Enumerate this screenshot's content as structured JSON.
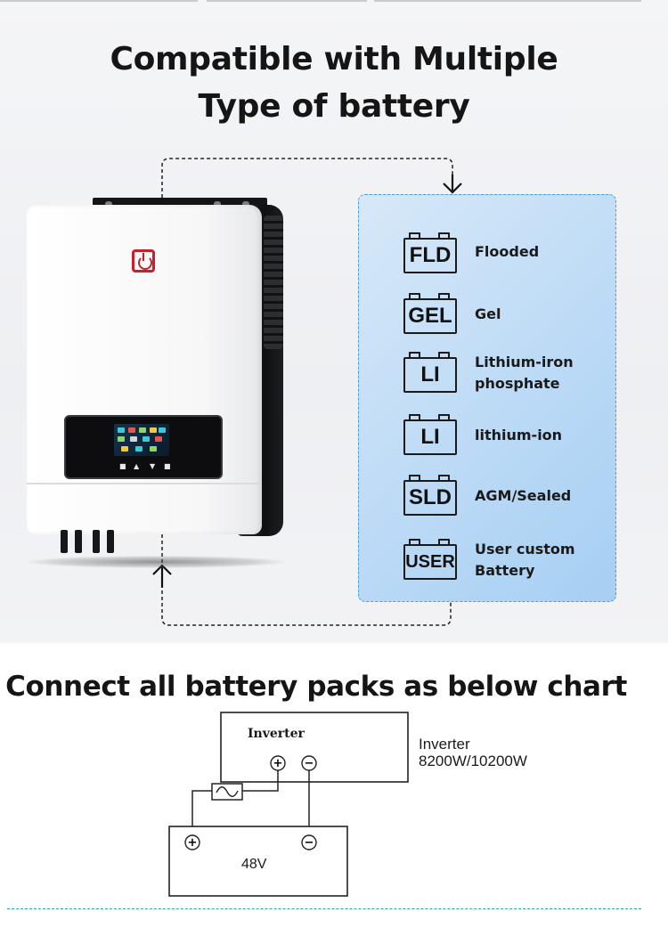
{
  "header": {
    "title_line1": "Compatible with Multiple",
    "title_line2": "Type of battery"
  },
  "colors": {
    "brand_red": "#c8202a",
    "panel_blue": "#bcdaf6",
    "panel_border": "#4b9be0",
    "divider_teal": "#2aa6a3"
  },
  "battery_types": [
    {
      "code": "FLD",
      "label_line1": "Flooded",
      "label_line2": ""
    },
    {
      "code": "GEL",
      "label_line1": "Gel",
      "label_line2": ""
    },
    {
      "code": "LI",
      "label_line1": "Lithium-iron",
      "label_line2": "phosphate"
    },
    {
      "code": "LI",
      "label_line1": "lithium-ion",
      "label_line2": ""
    },
    {
      "code": "SLD",
      "label_line1": "AGM/Sealed",
      "label_line2": ""
    },
    {
      "code": "USER",
      "label_line1": "User custom",
      "label_line2": "Battery"
    }
  ],
  "wiring": {
    "heading": "Connect all battery packs as below chart",
    "inverter_box_label": "Inverter",
    "inverter_side_label_line1": "Inverter",
    "inverter_side_label_line2": "8200W/10200W",
    "battery_label": "48V",
    "plus_symbol": "+",
    "minus_symbol": "−"
  },
  "icons": [
    "power-logo-icon",
    "arrow-down-icon",
    "arrow-up-icon",
    "battery-icon",
    "fuse-icon"
  ]
}
